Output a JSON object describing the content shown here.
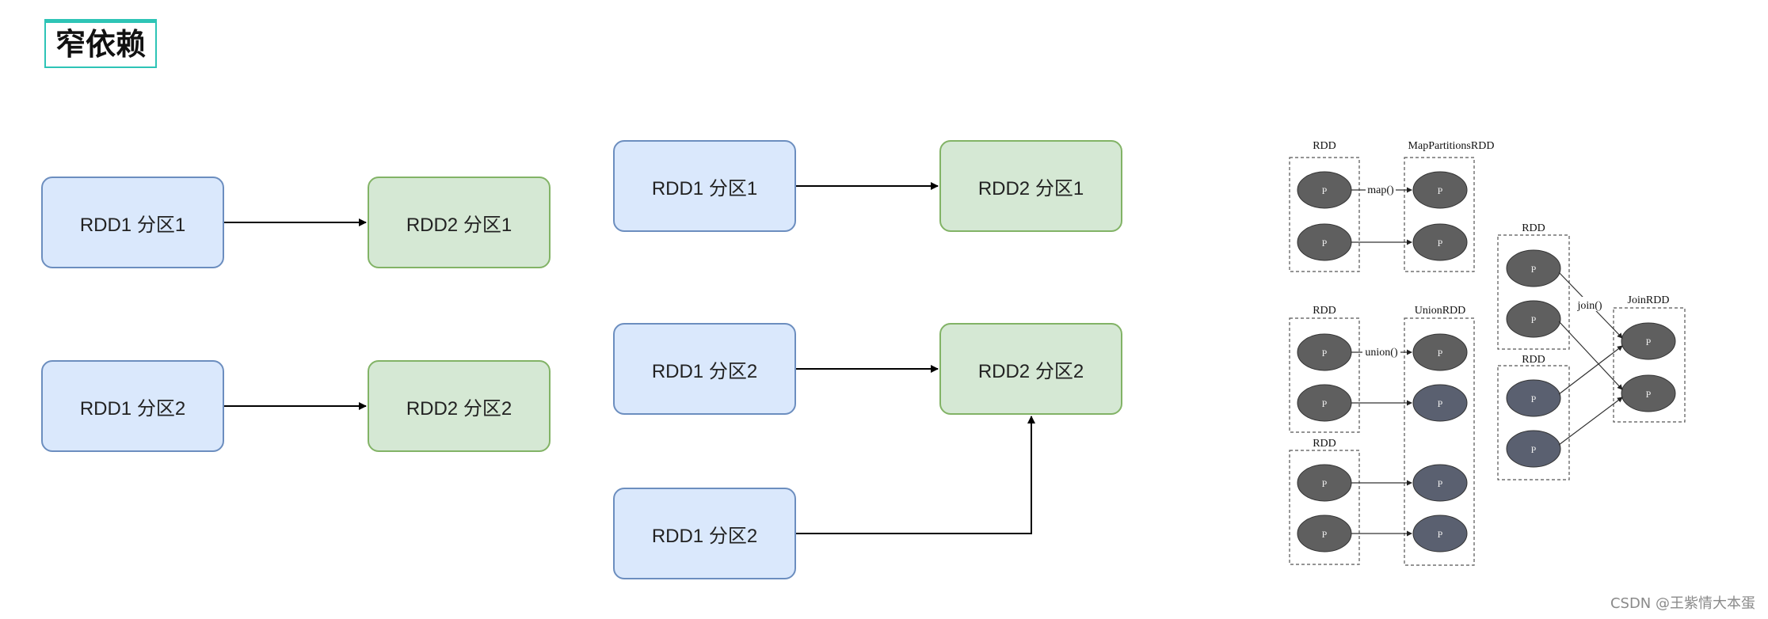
{
  "title": "窄依赖",
  "left": {
    "a1": "RDD1 分区1",
    "b1": "RDD2 分区1",
    "a2": "RDD1 分区2",
    "b2": "RDD2 分区2"
  },
  "middle": {
    "a1": "RDD1 分区1",
    "b1": "RDD2 分区1",
    "a2": "RDD1 分区2",
    "b2": "RDD2 分区2",
    "a3": "RDD1 分区2"
  },
  "right": {
    "map_rdd_label": "RDD",
    "map_target_label": "MapPartitionsRDD",
    "map_op": "map()",
    "union_rdd1_label": "RDD",
    "union_target_label": "UnionRDD",
    "union_op": "union()",
    "union_rdd2_label": "RDD",
    "join_rdd1_label": "RDD",
    "join_rdd2_label": "RDD",
    "join_target_label": "JoinRDD",
    "join_op": "join()",
    "partition_label": "P"
  },
  "colors": {
    "blue_fill": "#dae8fc",
    "blue_border": "#6c8ebf",
    "green_fill": "#d5e8d4",
    "green_border": "#82b366",
    "partition_fill": "#5f5f5f",
    "accent": "#2ec4b6"
  },
  "watermark": "CSDN @王紫情大本蛋"
}
